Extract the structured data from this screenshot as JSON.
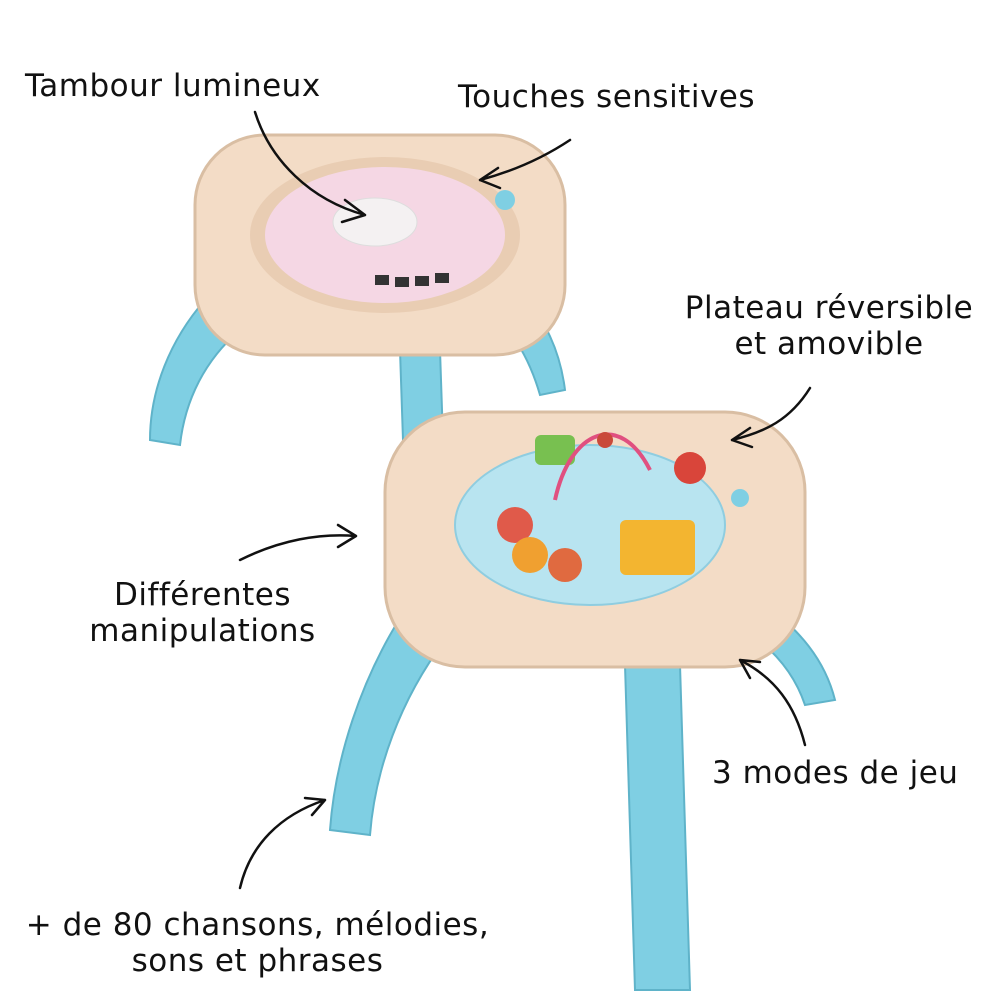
{
  "labels": {
    "drum": "Tambour lumineux",
    "touch": "Touches sensitives",
    "tray_line1": "Plateau réversible",
    "tray_line2": "et amovible",
    "manip_line1": "Différentes",
    "manip_line2": "manipulations",
    "modes": "3 modes de jeu",
    "songs_line1": "+ de 80 chansons, mélodies,",
    "songs_line2": "sons et phrases"
  },
  "colors": {
    "leg_blue": "#7fcfe3",
    "wood": "#f3dcc6",
    "text": "#111111"
  }
}
